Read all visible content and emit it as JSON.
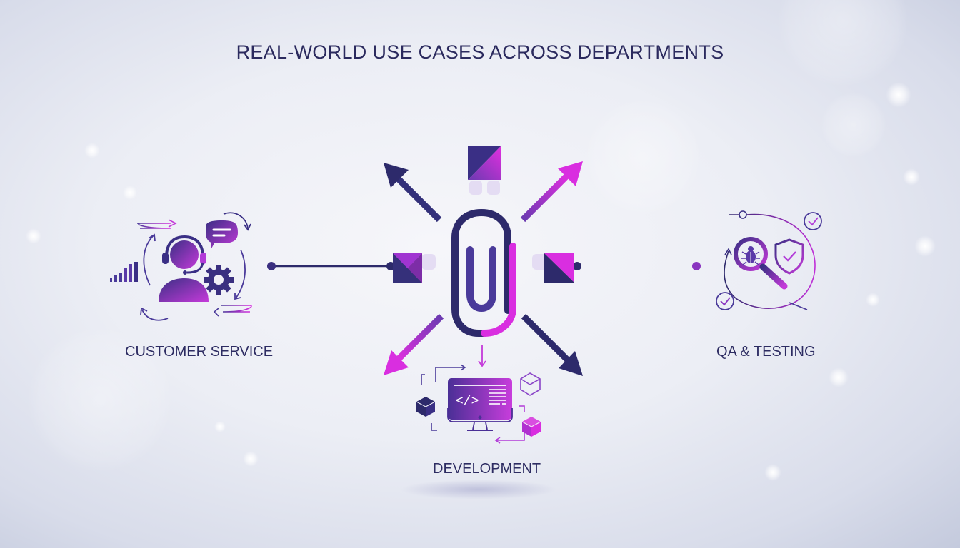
{
  "title": "REAL-WORLD USE CASES ACROSS DEPARTMENTS",
  "hub": {
    "icon": "paperclip-icon"
  },
  "departments": [
    {
      "id": "customer-service",
      "label": "CUSTOMER SERVICE",
      "icon": "headset-agent-icon",
      "position": "left"
    },
    {
      "id": "development",
      "label": "DEVELOPMENT",
      "icon": "code-monitor-icon",
      "position": "bottom"
    },
    {
      "id": "qa-testing",
      "label": "QA & TESTING",
      "icon": "bug-magnifier-shield-icon",
      "position": "right"
    }
  ],
  "colors": {
    "navy": "#2d2a6b",
    "indigo": "#4b3a9a",
    "magenta": "#d92ee0",
    "text": "#2b2a5e"
  }
}
